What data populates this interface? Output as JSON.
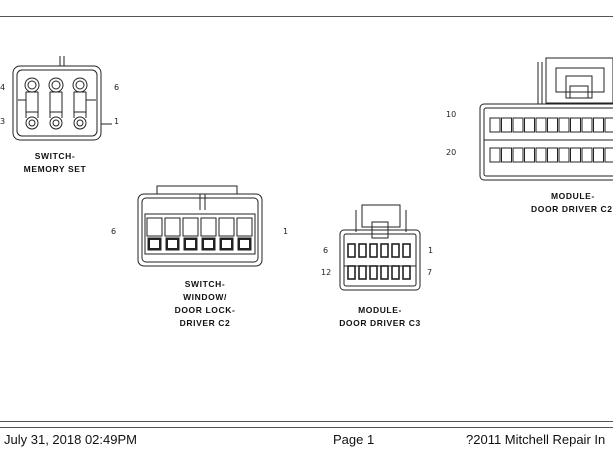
{
  "connectors": {
    "memory_set": {
      "label_line1": "SWITCH-",
      "label_line2": "MEMORY SET",
      "pin_top_left": "4",
      "pin_bottom_left": "3",
      "pin_top_right": "6",
      "pin_bottom_right": "1"
    },
    "window_lock": {
      "label_line1": "SWITCH-",
      "label_line2": "WINDOW/",
      "label_line3": "DOOR LOCK-",
      "label_line4": "DRIVER C2",
      "pin_left": "6",
      "pin_right": "1"
    },
    "door_driver_c3": {
      "label_line1": "MODULE-",
      "label_line2": "DOOR DRIVER C3",
      "pin_top_left": "6",
      "pin_bottom_left": "12",
      "pin_top_right": "1",
      "pin_bottom_right": "7"
    },
    "door_driver_c2": {
      "label_line1": "MODULE-",
      "label_line2": "DOOR DRIVER C2",
      "pin_top_left": "10",
      "pin_bottom_left": "20"
    }
  },
  "footer": {
    "date": "July 31, 2018  02:49PM",
    "page": "Page 1",
    "copyright": "?2011 Mitchell Repair In"
  }
}
